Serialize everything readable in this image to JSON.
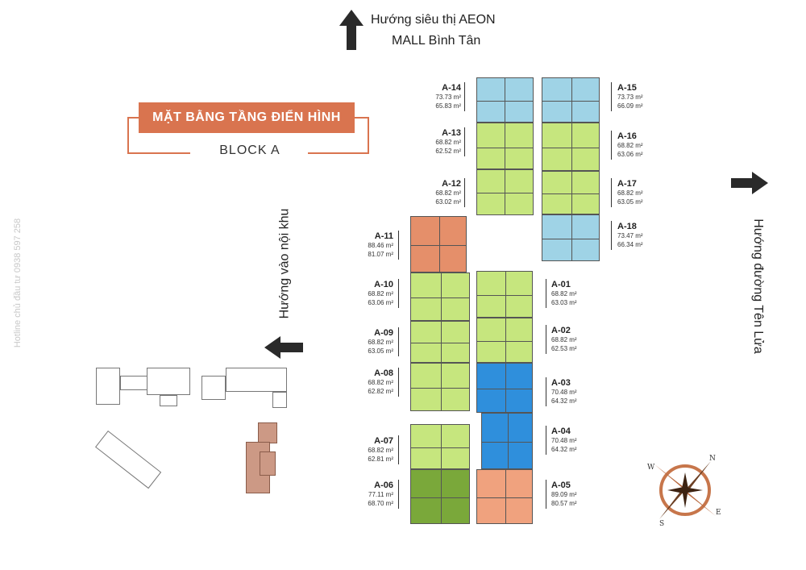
{
  "title": "MẶT BẰNG TẦNG ĐIỂN HÌNH",
  "subtitle": "BLOCK A",
  "directions": {
    "north_line1": "Hướng siêu thị AEON",
    "north_line2": "MALL Bình Tân",
    "east": "Hướng đường Tên Lửa",
    "west": "Hướng vào nội khu"
  },
  "hotline": "Hotline chủ đầu tư 0938 597 258",
  "compass": {
    "n": "N",
    "s": "S",
    "e": "E",
    "w": "W"
  },
  "colors": {
    "accent": "#d9744f",
    "blue": "#9fd3e6",
    "green": "#c6e67e",
    "orange": "#e58f6a",
    "darkgreen": "#7aa83a",
    "brightblue": "#2f8fdc",
    "salmon": "#f0a27e"
  },
  "units": {
    "a14": {
      "code": "A-14",
      "area1": "73.73 m²",
      "area2": "65.83 m²"
    },
    "a15": {
      "code": "A-15",
      "area1": "73.73 m²",
      "area2": "66.09 m²"
    },
    "a13": {
      "code": "A-13",
      "area1": "68.82 m²",
      "area2": "62.52 m²"
    },
    "a16": {
      "code": "A-16",
      "area1": "68.82 m²",
      "area2": "63.06 m²"
    },
    "a12": {
      "code": "A-12",
      "area1": "68.82 m²",
      "area2": "63.02 m²"
    },
    "a17": {
      "code": "A-17",
      "area1": "68.82 m²",
      "area2": "63.05 m²"
    },
    "a18": {
      "code": "A-18",
      "area1": "73.47 m²",
      "area2": "66.34 m²"
    },
    "a11": {
      "code": "A-11",
      "area1": "88.46 m²",
      "area2": "81.07 m²"
    },
    "a10": {
      "code": "A-10",
      "area1": "68.82 m²",
      "area2": "63.06 m²"
    },
    "a01": {
      "code": "A-01",
      "area1": "68.82 m²",
      "area2": "63.03 m²"
    },
    "a09": {
      "code": "A-09",
      "area1": "68.82 m²",
      "area2": "63.05 m²"
    },
    "a02": {
      "code": "A-02",
      "area1": "68.82 m²",
      "area2": "62.53 m²"
    },
    "a08": {
      "code": "A-08",
      "area1": "68.82 m²",
      "area2": "62.82 m²"
    },
    "a03": {
      "code": "A-03",
      "area1": "70.48 m²",
      "area2": "64.32 m²"
    },
    "a07": {
      "code": "A-07",
      "area1": "68.82 m²",
      "area2": "62.81 m²"
    },
    "a04": {
      "code": "A-04",
      "area1": "70.48 m²",
      "area2": "64.32 m²"
    },
    "a06": {
      "code": "A-06",
      "area1": "77.11 m²",
      "area2": "68.70 m²"
    },
    "a05": {
      "code": "A-05",
      "area1": "89.09 m²",
      "area2": "80.57 m²"
    }
  }
}
